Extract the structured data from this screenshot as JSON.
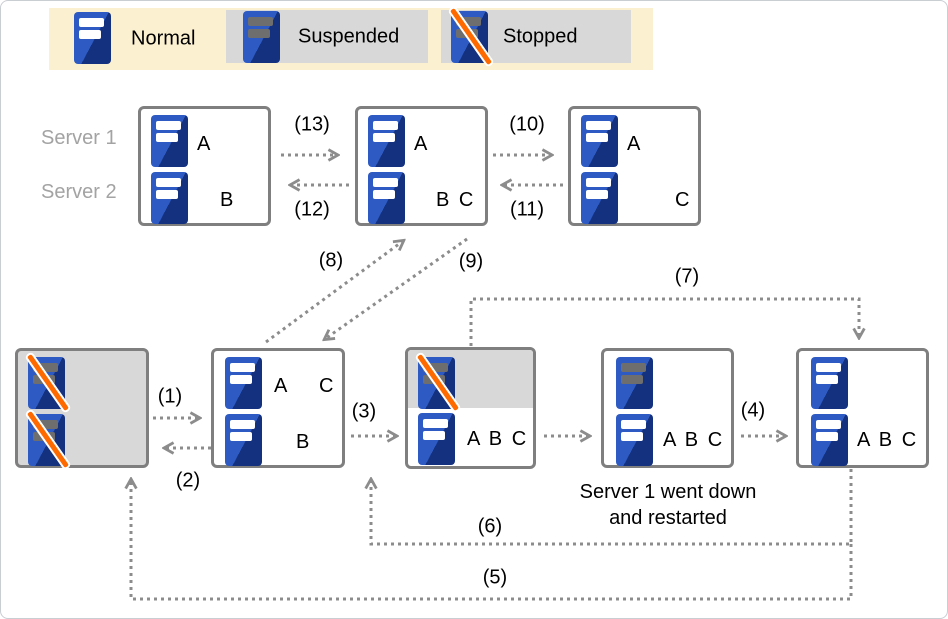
{
  "legend": {
    "items": [
      {
        "label": "Normal",
        "state": "normal"
      },
      {
        "label": "Suspended",
        "state": "suspended"
      },
      {
        "label": "Stopped",
        "state": "stopped"
      }
    ]
  },
  "server_rows": {
    "row1": "Server 1",
    "row2": "Server 2"
  },
  "top_boxes": [
    {
      "rows": [
        {
          "state": "normal",
          "label": "A"
        },
        {
          "state": "normal",
          "label": "B"
        }
      ]
    },
    {
      "rows": [
        {
          "state": "normal",
          "label": "A"
        },
        {
          "state": "normal",
          "label": "B C"
        }
      ]
    },
    {
      "rows": [
        {
          "state": "normal",
          "label": "A"
        },
        {
          "state": "normal",
          "label": "C"
        }
      ]
    }
  ],
  "bottom_boxes": [
    {
      "rows": [
        {
          "state": "stopped",
          "label": ""
        },
        {
          "state": "stopped",
          "label": ""
        }
      ]
    },
    {
      "rows": [
        {
          "state": "normal",
          "labels": [
            "A",
            "C"
          ]
        },
        {
          "state": "normal",
          "label": "B"
        }
      ]
    },
    {
      "rows": [
        {
          "state": "stopped",
          "label": ""
        },
        {
          "state": "normal",
          "label": "A B C"
        }
      ]
    },
    {
      "rows": [
        {
          "state": "suspended",
          "label": ""
        },
        {
          "state": "normal",
          "label": "A B C"
        }
      ]
    },
    {
      "rows": [
        {
          "state": "normal",
          "label": ""
        },
        {
          "state": "normal",
          "label": "A B C"
        }
      ]
    }
  ],
  "transitions": {
    "t1": "(1)",
    "t2": "(2)",
    "t3": "(3)",
    "t4": "(4)",
    "t5": "(5)",
    "t6": "(6)",
    "t7": "(7)",
    "t8": "(8)",
    "t9": "(9)",
    "t10": "(10)",
    "t11": "(11)",
    "t12": "(12)",
    "t13": "(13)"
  },
  "note": {
    "line1": "Server 1 went down",
    "line2": "and restarted"
  },
  "colors": {
    "legend_bg": "#fbf0d0",
    "gray_fill": "#d8d8d8",
    "box_border": "#7f7f7f",
    "arrow_gray": "#8c8c8c",
    "server_blue": "#2d5bc3",
    "server_dark_blue": "#143180",
    "stripe_orange": "#ff6a00",
    "suspended_bar_gray": "#6e6e6e"
  }
}
